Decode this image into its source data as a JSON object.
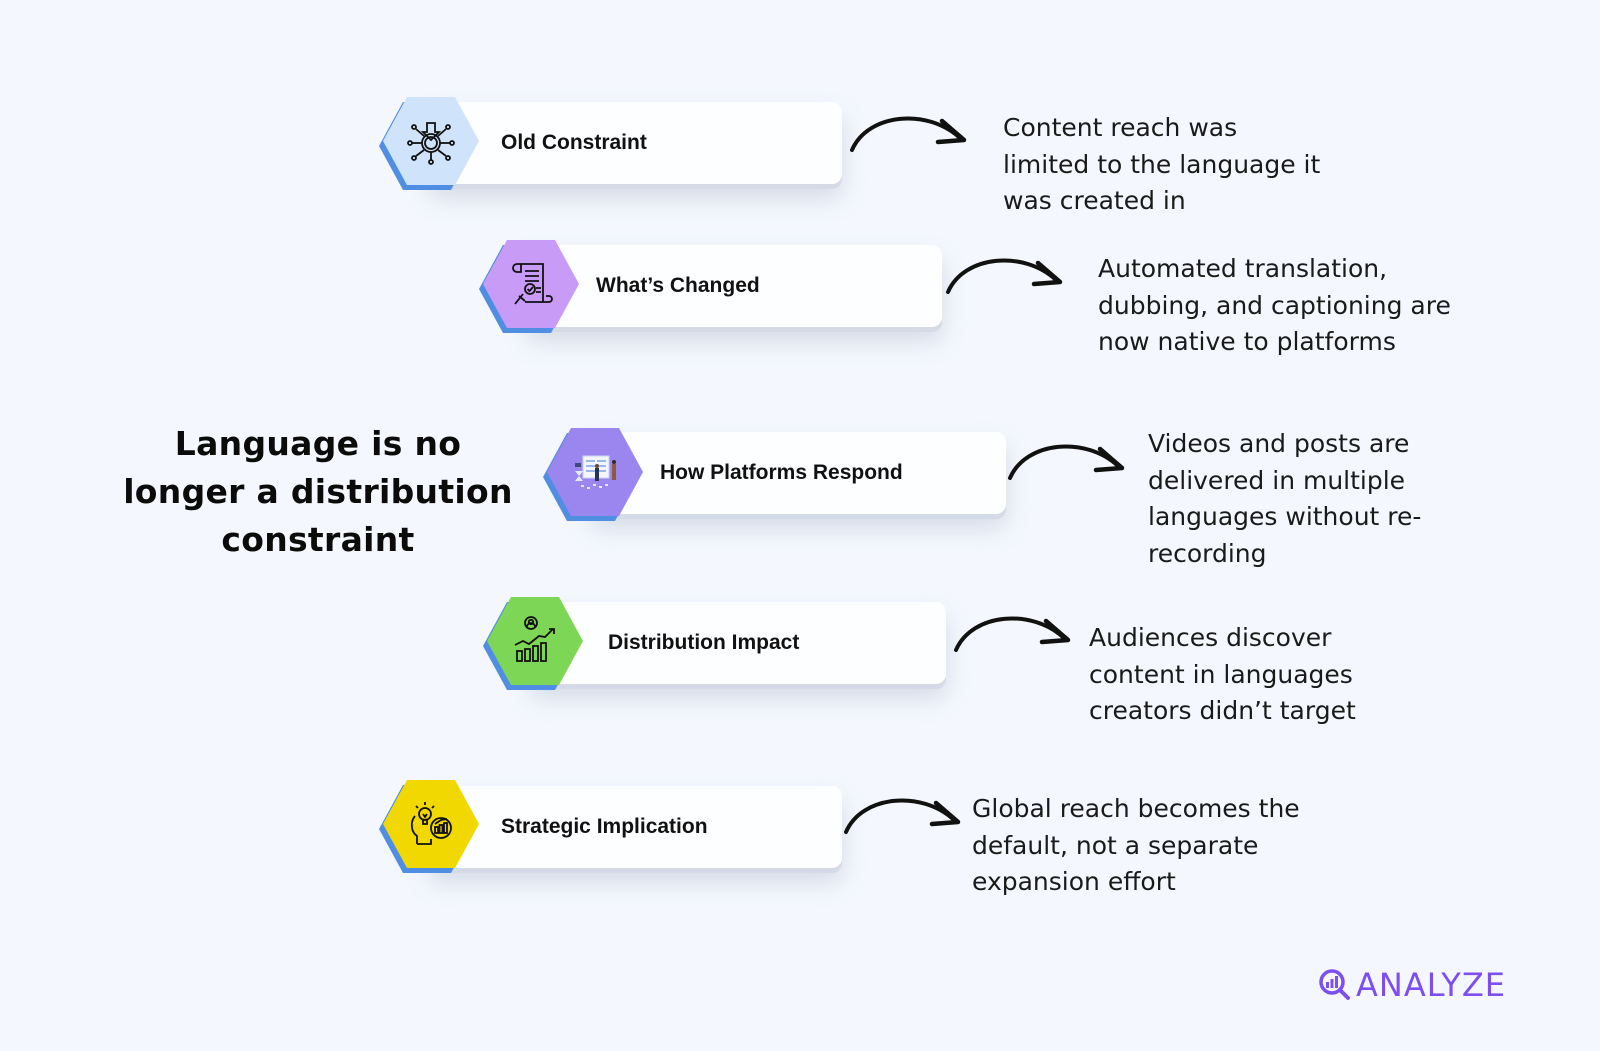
{
  "title": "Language is no longer a distribution constraint",
  "title_lines": [
    "Language is no",
    "longer a distribution",
    "constraint"
  ],
  "colors": {
    "background": "#f4f8fe",
    "hex_shadow": "#4f8ee3",
    "logo": "#7d4ef0"
  },
  "steps": [
    {
      "label": "Old Constraint",
      "icon": "network-hub-icon",
      "hex_color": "#cfe3fb",
      "description_lines": [
        "Content reach was",
        "limited to the language it",
        "was created in"
      ]
    },
    {
      "label": "What’s Changed",
      "icon": "certificate-scroll-icon",
      "hex_color": "#c89bf6",
      "description_lines": [
        "Automated translation,",
        "dubbing, and captioning are",
        "now native to platforms"
      ]
    },
    {
      "label": "How Platforms Respond",
      "icon": "team-whiteboard-illustration-icon",
      "hex_color": "#9b85ee",
      "description_lines": [
        "Videos and posts are",
        "delivered in multiple",
        "languages without re-",
        "recording"
      ]
    },
    {
      "label": "Distribution Impact",
      "icon": "user-growth-chart-icon",
      "hex_color": "#7dd655",
      "description_lines": [
        "Audiences discover",
        "content in languages",
        "creators didn’t target"
      ]
    },
    {
      "label": "Strategic Implication",
      "icon": "idea-head-chart-icon",
      "hex_color": "#f0d800",
      "description_lines": [
        "Global reach becomes the",
        "default, not a separate",
        "expansion effort"
      ]
    }
  ],
  "logo": {
    "text": "ANALYZE",
    "icon": "magnifier-chart-icon"
  }
}
